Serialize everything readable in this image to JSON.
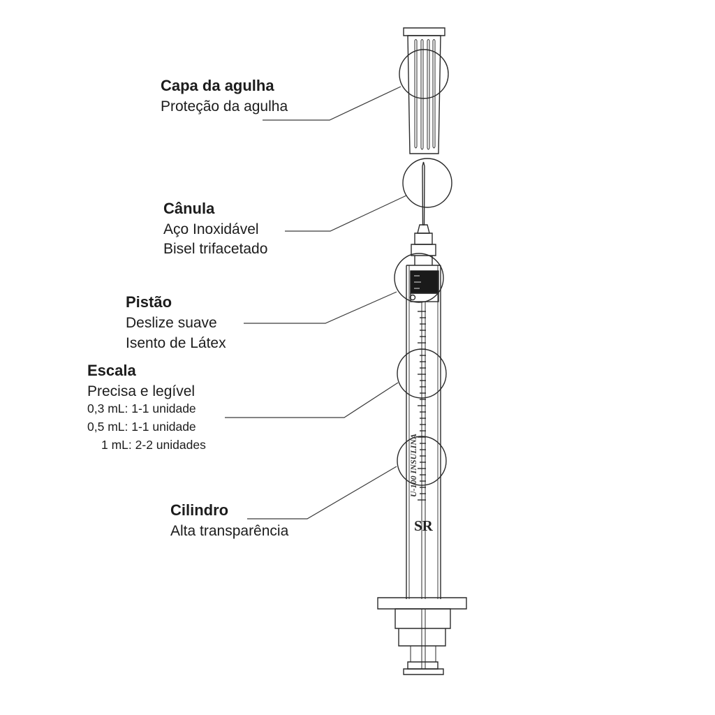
{
  "callouts": [
    {
      "title": "Capa da agulha",
      "lines": [
        "Proteção da agulha"
      ]
    },
    {
      "title": "Cânula",
      "lines": [
        "Aço Inoxidável",
        "Bisel trifacetado"
      ]
    },
    {
      "title": "Pistão",
      "lines": [
        "Deslize suave",
        "Isento de Látex"
      ]
    },
    {
      "title": "Escala",
      "lines": [
        "Precisa e legível"
      ],
      "small_lines": [
        "0,3 mL: 1-1 unidade",
        "0,5 mL: 1-1 unidade",
        "1 mL: 2-2 unidades"
      ]
    },
    {
      "title": "Cilindro",
      "lines": [
        "Alta transparência"
      ]
    }
  ],
  "syringe": {
    "scale_text": "U-100 INSULINA",
    "brand_mark": "SR"
  }
}
